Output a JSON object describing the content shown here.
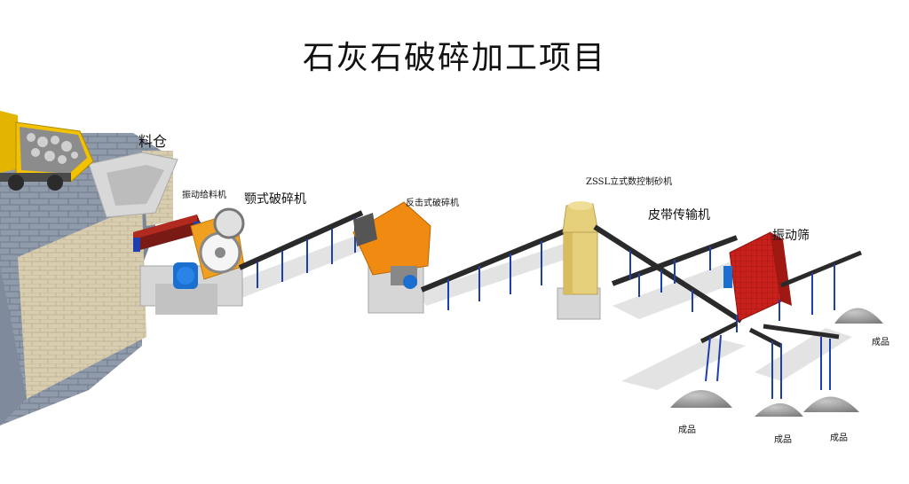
{
  "title": "石灰石破碎加工项目",
  "labels": {
    "hopper": "料仓",
    "vibrating_feeder": "振动给料机",
    "jaw_crusher": "颚式破碎机",
    "impact_crusher": "反击式破碎机",
    "sand_maker": "ZSSL立式数控制砂机",
    "belt_conveyor": "皮带传输机",
    "vibrating_screen": "振动筛",
    "product_1": "成品",
    "product_2": "成品",
    "product_3": "成品",
    "product_4": "成品"
  },
  "colors": {
    "truck": "#f2c200",
    "jaw_crusher": "#f0a020",
    "impact_crusher": "#f08a10",
    "sand_maker": "#e6cf7a",
    "screen": "#c8201a",
    "conveyor": "#2a2a2a",
    "support": "#1f3fb0",
    "motor": "#1a6fd0",
    "wall": "#8a96a6",
    "pile": "#9a9a9a"
  }
}
